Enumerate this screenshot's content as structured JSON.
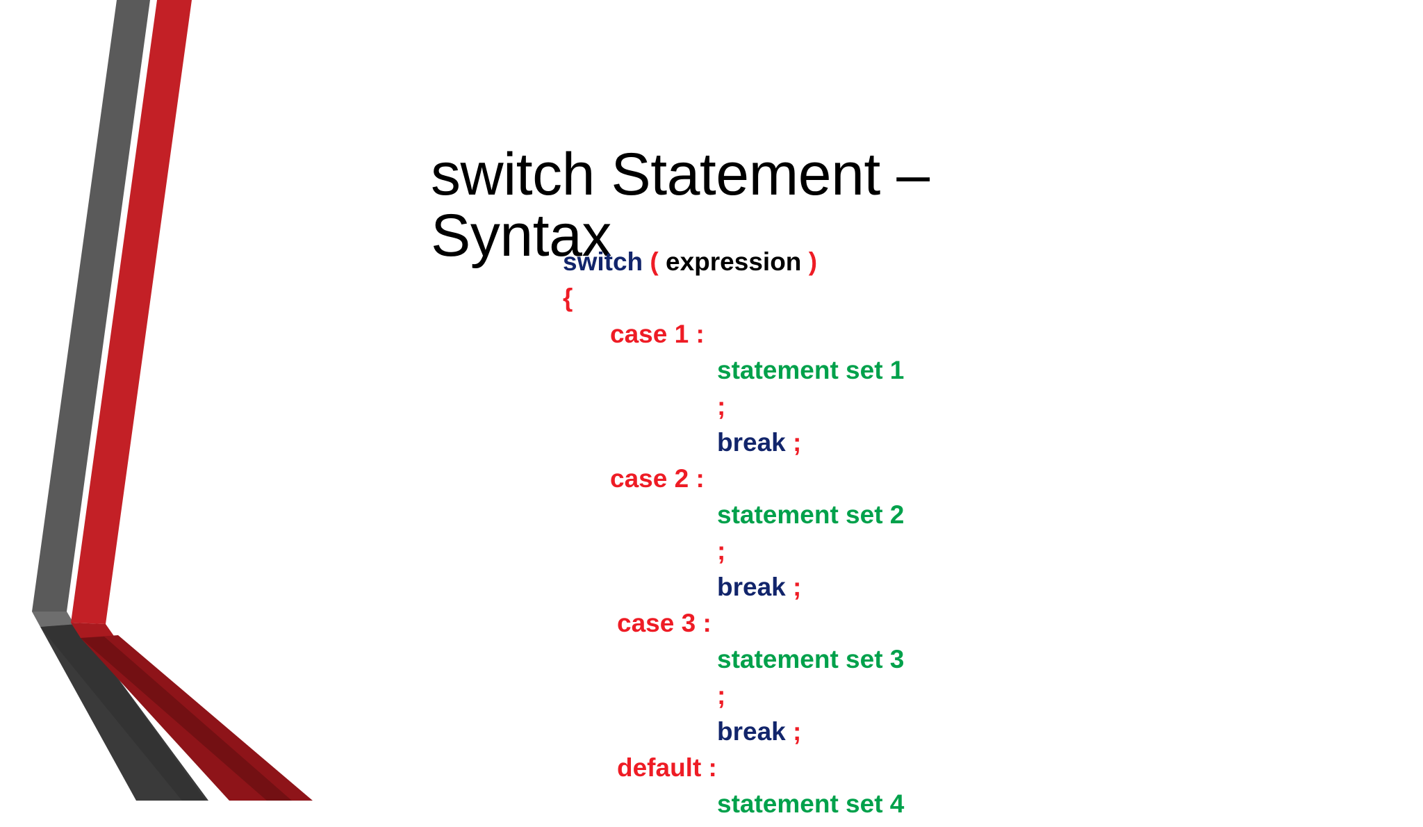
{
  "slide": {
    "background_color": "#FFFFFF",
    "title": "switch Statement – Syntax"
  },
  "decoration": {
    "name": "banded-ribbon-graphic",
    "gray_upper": "#5A5A5A",
    "gray_lower": "#3A3A3A",
    "red_upper": "#C32026",
    "red_lower": "#8E1419",
    "red_edge": "#6E0F13",
    "gray_edge": "#2A2A2A"
  },
  "palette": {
    "keyword_navy": "#12256B",
    "punct_red": "#EE1C25",
    "label_red": "#EE1C25",
    "statement_green": "#00A14B",
    "plain_black": "#000000"
  },
  "code": {
    "lines": [
      {
        "indent": "ind-0",
        "tokens": [
          {
            "text": "switch",
            "color": "keyword_navy"
          },
          {
            "text": " ",
            "color": "plain_black"
          },
          {
            "text": "(",
            "color": "punct_red"
          },
          {
            "text": " expression ",
            "color": "plain_black"
          },
          {
            "text": ")",
            "color": "punct_red"
          }
        ]
      },
      {
        "indent": "ind-1",
        "tokens": [
          {
            "text": "{",
            "color": "punct_red"
          }
        ]
      },
      {
        "indent": "ind-2",
        "tokens": [
          {
            "text": "case 1 :",
            "color": "label_red"
          }
        ]
      },
      {
        "indent": "ind-3",
        "tokens": [
          {
            "text": "statement set 1",
            "color": "statement_green"
          }
        ]
      },
      {
        "indent": "ind-3",
        "tokens": [
          {
            "text": ";",
            "color": "punct_red"
          }
        ]
      },
      {
        "indent": "ind-3",
        "tokens": [
          {
            "text": "break",
            "color": "keyword_navy"
          },
          {
            "text": " ",
            "color": "plain_black"
          },
          {
            "text": ";",
            "color": "punct_red"
          }
        ]
      },
      {
        "indent": "ind-2",
        "tokens": [
          {
            "text": "case 2 :",
            "color": "label_red"
          }
        ]
      },
      {
        "indent": "ind-3",
        "tokens": [
          {
            "text": "statement set 2",
            "color": "statement_green"
          }
        ]
      },
      {
        "indent": "ind-3",
        "tokens": [
          {
            "text": ";",
            "color": "punct_red"
          }
        ]
      },
      {
        "indent": "ind-3",
        "tokens": [
          {
            "text": "break",
            "color": "keyword_navy"
          },
          {
            "text": " ",
            "color": "plain_black"
          },
          {
            "text": ";",
            "color": "punct_red"
          }
        ]
      },
      {
        "indent": "ind-2b",
        "tokens": [
          {
            "text": "case 3 :",
            "color": "label_red"
          }
        ]
      },
      {
        "indent": "ind-3",
        "tokens": [
          {
            "text": "statement set 3",
            "color": "statement_green"
          }
        ]
      },
      {
        "indent": "ind-3",
        "tokens": [
          {
            "text": ";",
            "color": "punct_red"
          }
        ]
      },
      {
        "indent": "ind-3",
        "tokens": [
          {
            "text": "break",
            "color": "keyword_navy"
          },
          {
            "text": " ",
            "color": "plain_black"
          },
          {
            "text": ";",
            "color": "punct_red"
          }
        ]
      },
      {
        "indent": "ind-2b",
        "tokens": [
          {
            "text": "default :",
            "color": "label_red"
          }
        ]
      },
      {
        "indent": "ind-3",
        "tokens": [
          {
            "text": "statement set 4",
            "color": "statement_green"
          }
        ]
      }
    ]
  }
}
